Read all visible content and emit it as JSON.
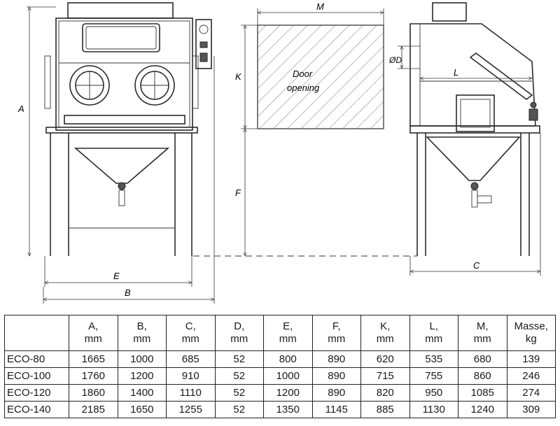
{
  "labels": {
    "A": "A",
    "B": "B",
    "C": "C",
    "D": "ØD",
    "E": "E",
    "F": "F",
    "K": "K",
    "L": "L",
    "M": "M",
    "door_line1": "Door",
    "door_line2": "opening"
  },
  "table": {
    "headers": [
      {
        "l1": "A,",
        "l2": "mm"
      },
      {
        "l1": "B,",
        "l2": "mm"
      },
      {
        "l1": "C,",
        "l2": "mm"
      },
      {
        "l1": "D,",
        "l2": "mm"
      },
      {
        "l1": "E,",
        "l2": "mm"
      },
      {
        "l1": "F,",
        "l2": "mm"
      },
      {
        "l1": "K,",
        "l2": "mm"
      },
      {
        "l1": "L,",
        "l2": "mm"
      },
      {
        "l1": "M,",
        "l2": "mm"
      },
      {
        "l1": "Masse,",
        "l2": "kg"
      }
    ],
    "rows": [
      {
        "model": "ECO-80",
        "values": [
          "1665",
          "1000",
          "685",
          "52",
          "800",
          "890",
          "620",
          "535",
          "680",
          "139"
        ]
      },
      {
        "model": "ECO-100",
        "values": [
          "1760",
          "1200",
          "910",
          "52",
          "1000",
          "890",
          "715",
          "755",
          "860",
          "246"
        ]
      },
      {
        "model": "ECO-120",
        "values": [
          "1860",
          "1400",
          "1110",
          "52",
          "1200",
          "890",
          "820",
          "950",
          "1085",
          "274"
        ]
      },
      {
        "model": "ECO-140",
        "values": [
          "2185",
          "1650",
          "1255",
          "52",
          "1350",
          "1145",
          "885",
          "1130",
          "1240",
          "309"
        ]
      }
    ]
  }
}
